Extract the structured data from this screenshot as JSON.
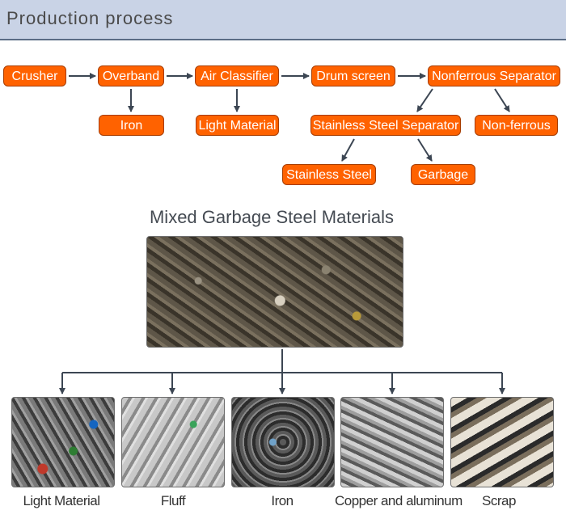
{
  "header": {
    "title": "Production process"
  },
  "flow": {
    "crusher": "Crusher",
    "overband": "Overband",
    "air_classifier": "Air Classifier",
    "drum_screen": "Drum screen",
    "nonferrous_separator": "Nonferrous Separator",
    "iron": "Iron",
    "light_material": "Light Material",
    "stainless_steel_separator": "Stainless Steel Separator",
    "non_ferrous": "Non-ferrous",
    "stainless_steel": "Stainless Steel",
    "garbage": "Garbage"
  },
  "materials": {
    "title": "Mixed Garbage Steel Materials",
    "items": [
      "Light Material",
      "Fluff",
      "Iron",
      "Copper and aluminum",
      "Scrap"
    ]
  },
  "colors": {
    "node_fill": "#ff6200",
    "header_bg": "#c9d3e6",
    "arrow": "#3c4653"
  }
}
